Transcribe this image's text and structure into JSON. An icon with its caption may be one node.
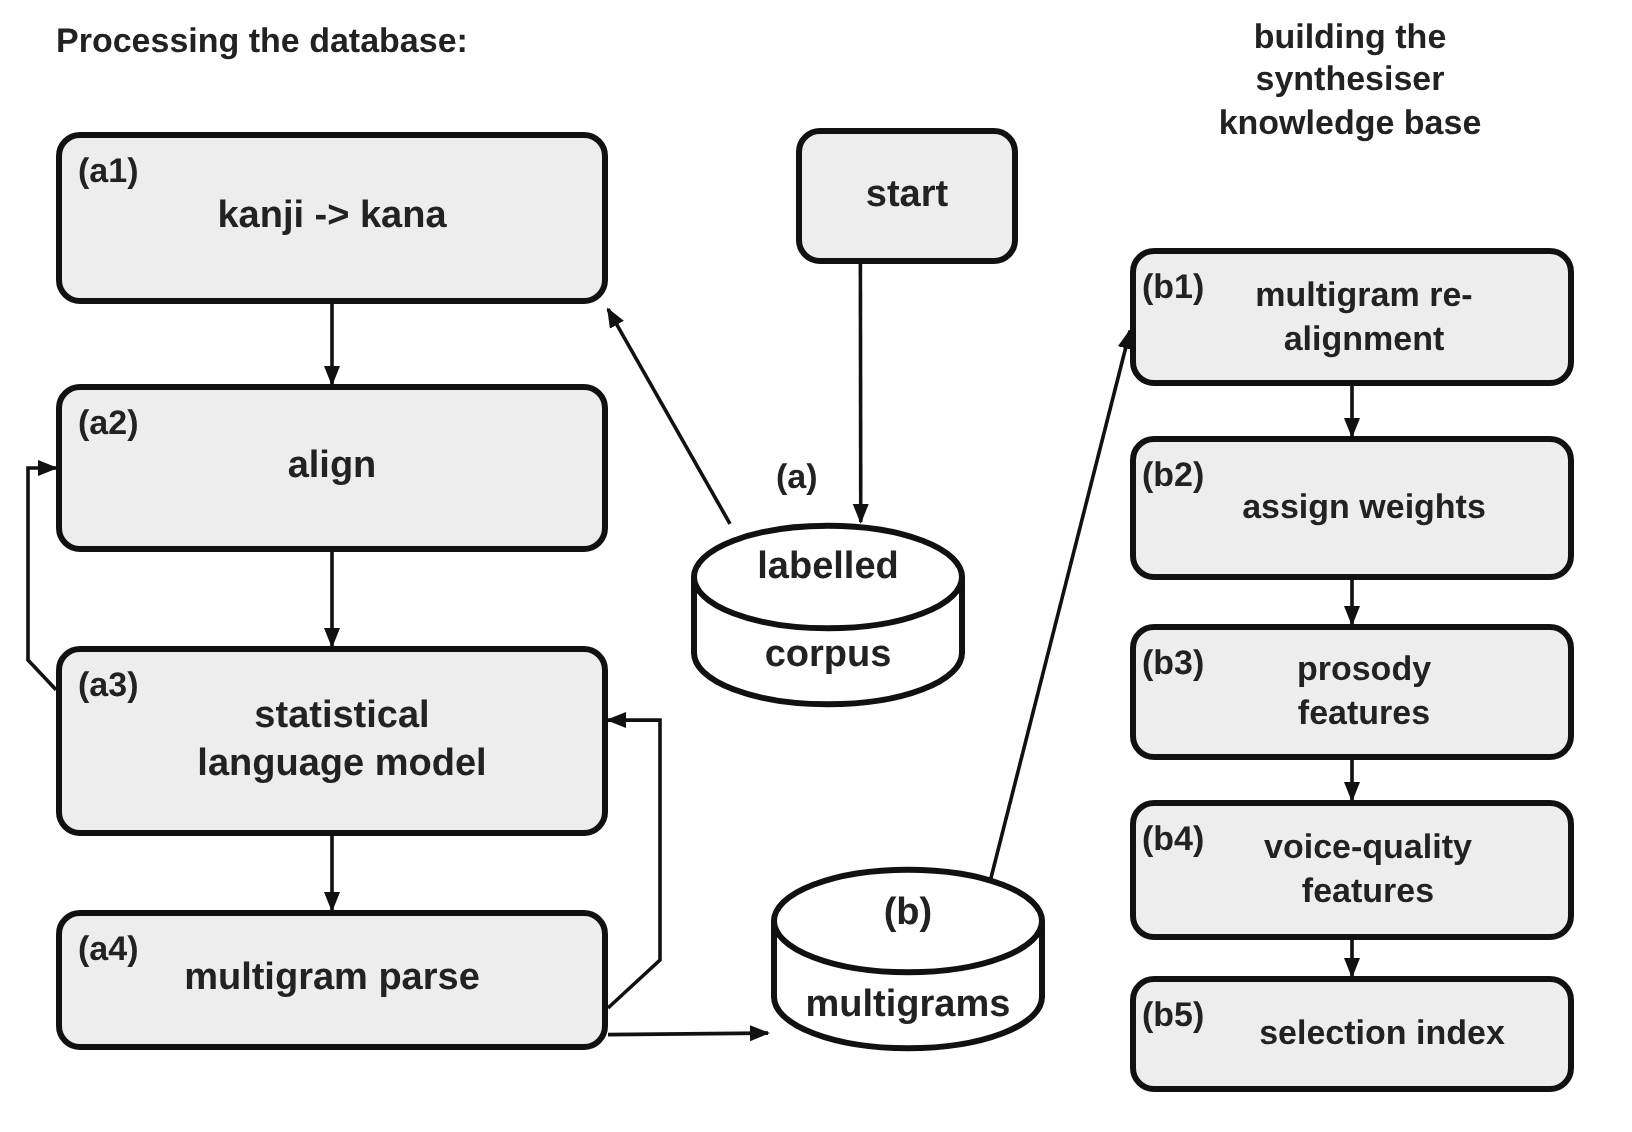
{
  "diagram": {
    "title": "Processing the database:",
    "nodes": [
      {
        "text": [
          "(a1)",
          "kanji -> kana"
        ]
      },
      {
        "text": [
          "(a2)",
          "align"
        ]
      },
      {
        "text": [
          "(a3)",
          "statistical language model"
        ]
      },
      {
        "text": [
          "(a4)",
          "multigram parse"
        ]
      },
      {
        "text": [
          "start"
        ]
      },
      {
        "text": [
          "labelled corpus"
        ],
        "beside": [
          "(a)"
        ]
      },
      {
        "text": [
          "(b)",
          "multigrams"
        ]
      },
      {
        "text": [
          "(b1)",
          "multigram re-alignment"
        ]
      },
      {
        "text": [
          "(b2)",
          "assign weights"
        ]
      },
      {
        "text": [
          "(b3)",
          "prosody features"
        ]
      },
      {
        "text": [
          "(b4)",
          "voice-quality features"
        ]
      },
      {
        "text": [
          "(b5)",
          "selection index"
        ]
      }
    ],
    "edges": [
      {
        "from": 4,
        "to": 5,
        "arrow": "to"
      },
      {
        "from": 5,
        "to": 0,
        "arrow": "to"
      },
      {
        "from": 0,
        "to": 1,
        "arrow": "to"
      },
      {
        "from": 1,
        "to": 2,
        "arrow": "to"
      },
      {
        "from": 2,
        "to": 1,
        "arrow": "to"
      },
      {
        "from": 2,
        "to": 3,
        "arrow": "to"
      },
      {
        "from": 3,
        "to": 2,
        "arrow": "to"
      },
      {
        "from": 3,
        "to": 6,
        "arrow": "to"
      },
      {
        "from": 6,
        "to": 7,
        "arrow": "to"
      },
      {
        "from": 7,
        "to": 8,
        "arrow": "to"
      },
      {
        "from": 8,
        "to": 9,
        "arrow": "to"
      },
      {
        "from": 9,
        "to": 10,
        "arrow": "to"
      },
      {
        "from": 10,
        "to": 11,
        "arrow": "to"
      }
    ],
    "labels": [
      "building the synthesiser knowledge base"
    ]
  }
}
